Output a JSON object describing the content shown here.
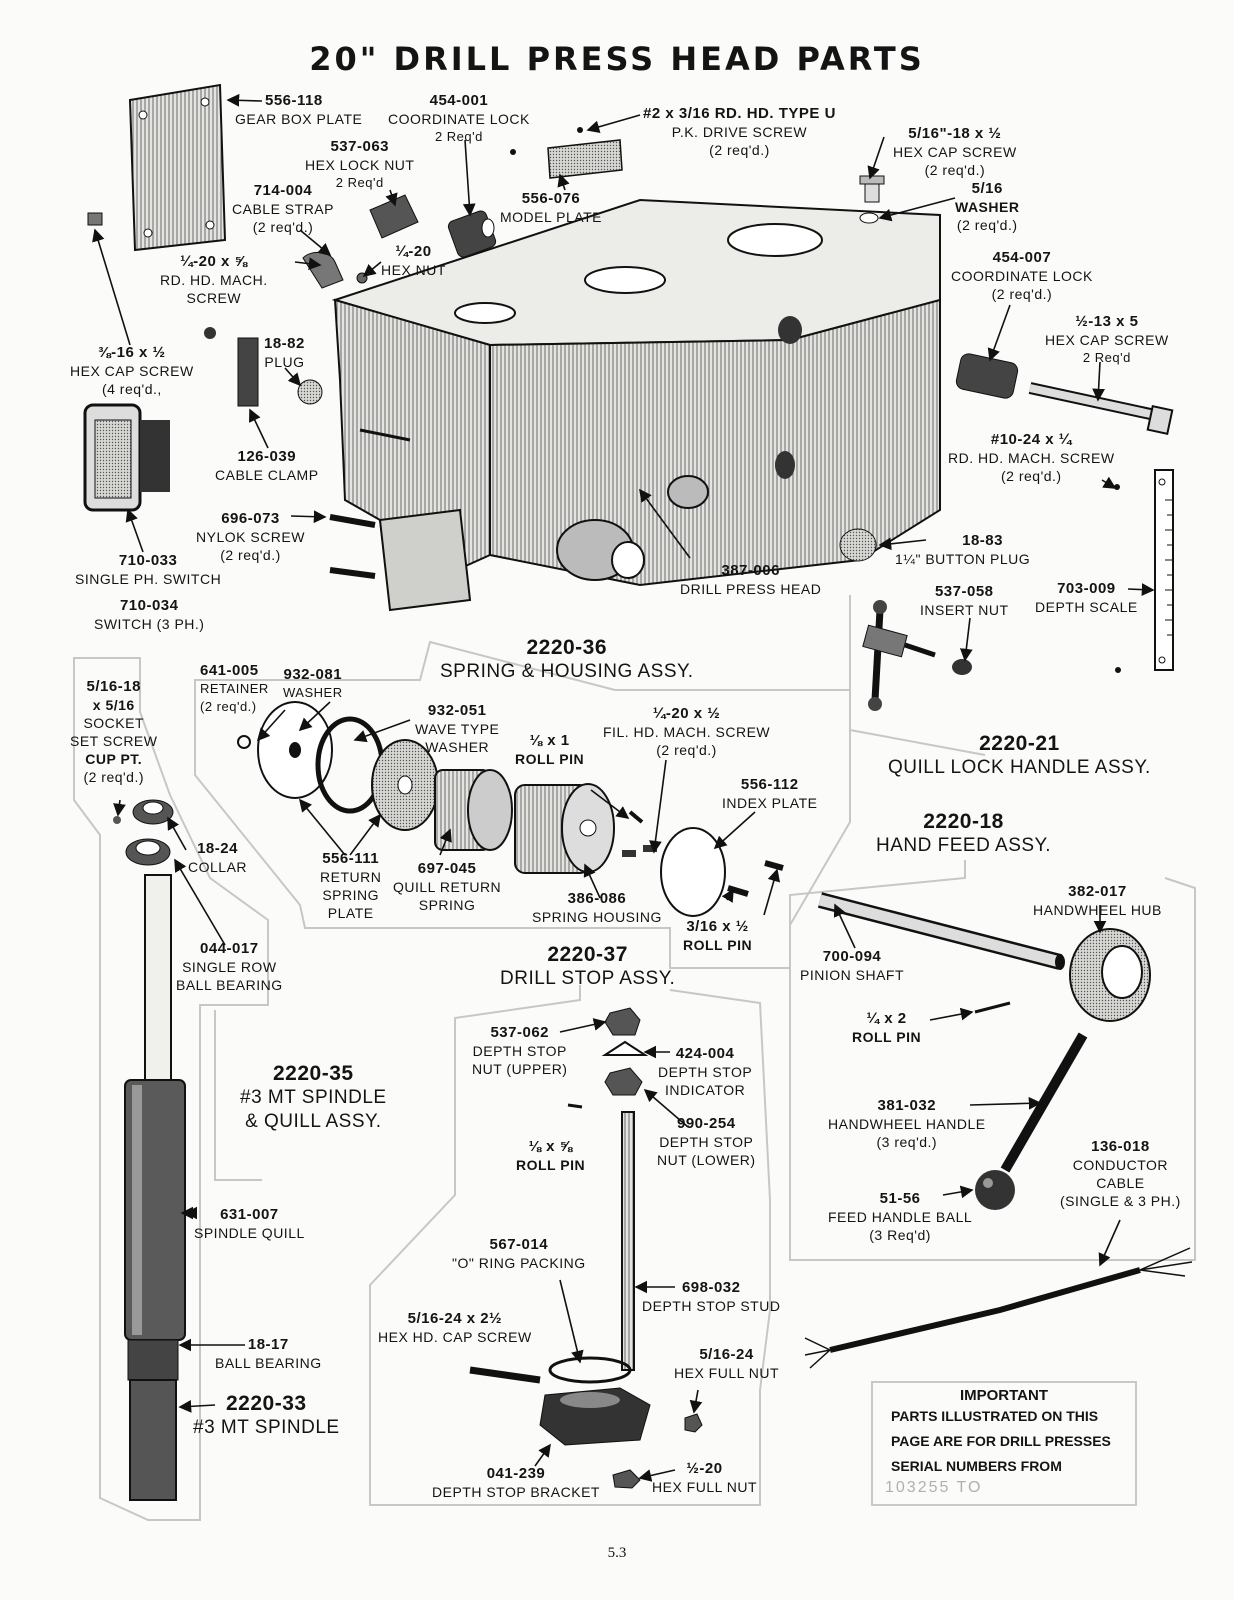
{
  "title": "20\" DRILL PRESS HEAD PARTS",
  "page_number": "5.3",
  "parts": {
    "p556_118": {
      "number": "556-118",
      "lines": [
        "GEAR BOX PLATE"
      ]
    },
    "p454_001": {
      "number": "454-001",
      "lines": [
        "COORDINATE LOCK",
        "2 Req'd"
      ]
    },
    "p_drive_screw": {
      "number": "#2 x 3/16 RD. HD. TYPE U",
      "lines": [
        "P.K. DRIVE SCREW",
        "(2 req'd.)"
      ]
    },
    "p537_063": {
      "number": "537-063",
      "lines": [
        "HEX LOCK NUT",
        "2 Req'd"
      ]
    },
    "p556_076": {
      "number": "556-076",
      "lines": [
        "MODEL PLATE"
      ]
    },
    "p714_004": {
      "number": "714-004",
      "lines": [
        "CABLE STRAP",
        "(2 req'd.)"
      ]
    },
    "p_hex_cap_516": {
      "number": "5/16\"-18 x ½",
      "lines": [
        "HEX CAP SCREW",
        "(2 req'd.)"
      ]
    },
    "p_washer_516": {
      "number": "5/16",
      "lines": [
        "WASHER",
        "(2 req'd.)"
      ]
    },
    "p_rd_hd_14_20": {
      "number": "¼-20 x ⅝",
      "lines": [
        "RD. HD. MACH.",
        "SCREW"
      ]
    },
    "p_hex_nut_14_20": {
      "number": "¼-20",
      "lines": [
        "HEX NUT"
      ]
    },
    "p454_007": {
      "number": "454-007",
      "lines": [
        "COORDINATE LOCK",
        "(2 req'd.)"
      ]
    },
    "p_hex_cap_12_13": {
      "number": "½-13 x 5",
      "lines": [
        "HEX CAP SCREW",
        "2 Req'd"
      ]
    },
    "p_hex_cap_38_16": {
      "number": "⅜-16 x ½",
      "lines": [
        "HEX CAP SCREW",
        "(4 req'd.,"
      ]
    },
    "p18_82": {
      "number": "18-82",
      "lines": [
        "PLUG"
      ]
    },
    "p126_039": {
      "number": "126-039",
      "lines": [
        "CABLE CLAMP"
      ]
    },
    "p_10_24": {
      "number": "#10-24 x ¼",
      "lines": [
        "RD. HD. MACH. SCREW",
        "(2 req'd.)"
      ]
    },
    "p696_073": {
      "number": "696-073",
      "lines": [
        "NYLOK SCREW",
        "(2 req'd.)"
      ]
    },
    "p710_033": {
      "number": "710-033",
      "lines": [
        "SINGLE PH. SWITCH"
      ]
    },
    "p710_034": {
      "number": "710-034",
      "lines": [
        "SWITCH (3 PH.)"
      ]
    },
    "p387_006": {
      "number": "387-006",
      "lines": [
        "DRILL PRESS HEAD"
      ]
    },
    "p18_83": {
      "number": "18-83",
      "lines": [
        "1¼\" BUTTON PLUG"
      ]
    },
    "p537_058": {
      "number": "537-058",
      "lines": [
        "INSERT NUT"
      ]
    },
    "p703_009": {
      "number": "703-009",
      "lines": [
        "DEPTH SCALE"
      ]
    },
    "p641_005": {
      "number": "641-005",
      "lines": [
        "RETAINER",
        "(2 req'd.)"
      ]
    },
    "p932_081": {
      "number": "932-081",
      "lines": [
        "WASHER"
      ]
    },
    "p932_051": {
      "number": "932-051",
      "lines": [
        "WAVE TYPE",
        "WASHER"
      ]
    },
    "p_roll_18x1": {
      "number": "⅛ x 1",
      "lines": [
        "ROLL PIN"
      ]
    },
    "p_fil_hd": {
      "number": "¼-20 x ½",
      "lines": [
        "FIL. HD. MACH. SCREW",
        "(2 req'd.)"
      ]
    },
    "p556_112": {
      "number": "556-112",
      "lines": [
        "INDEX PLATE"
      ]
    },
    "p_set_screw": {
      "number": "5/16-18",
      "lines": [
        "x 5/16",
        "SOCKET",
        "SET SCREW",
        "CUP PT.",
        "(2 req'd.)"
      ]
    },
    "p18_24": {
      "number": "18-24",
      "lines": [
        "COLLAR"
      ]
    },
    "p556_111": {
      "number": "556-111",
      "lines": [
        "RETURN",
        "SPRING",
        "PLATE"
      ]
    },
    "p697_045": {
      "number": "697-045",
      "lines": [
        "QUILL RETURN",
        "SPRING"
      ]
    },
    "p386_086": {
      "number": "386-086",
      "lines": [
        "SPRING HOUSING"
      ]
    },
    "p_roll_316": {
      "number": "3/16 x ½",
      "lines": [
        "ROLL PIN"
      ]
    },
    "p044_017": {
      "number": "044-017",
      "lines": [
        "SINGLE ROW",
        "BALL BEARING"
      ]
    },
    "p537_062": {
      "number": "537-062",
      "lines": [
        "DEPTH STOP",
        "NUT (UPPER)"
      ]
    },
    "p424_004": {
      "number": "424-004",
      "lines": [
        "DEPTH STOP",
        "INDICATOR"
      ]
    },
    "p990_254": {
      "number": "990-254",
      "lines": [
        "DEPTH STOP",
        "NUT (LOWER)"
      ]
    },
    "p_roll_18x58": {
      "number": "⅛ x ⅝",
      "lines": [
        "ROLL PIN"
      ]
    },
    "p382_017": {
      "number": "382-017",
      "lines": [
        "HANDWHEEL HUB"
      ]
    },
    "p700_094": {
      "number": "700-094",
      "lines": [
        "PINION SHAFT"
      ]
    },
    "p_roll_14x2": {
      "number": "¼ x 2",
      "lines": [
        "ROLL PIN"
      ]
    },
    "p381_032": {
      "number": "381-032",
      "lines": [
        "HANDWHEEL HANDLE",
        "(3 req'd.)"
      ]
    },
    "p136_018": {
      "number": "136-018",
      "lines": [
        "CONDUCTOR",
        "CABLE",
        "(SINGLE & 3 PH.)"
      ]
    },
    "p51_56": {
      "number": "51-56",
      "lines": [
        "FEED HANDLE BALL",
        "(3 Req'd)"
      ]
    },
    "p631_007": {
      "number": "631-007",
      "lines": [
        "SPINDLE QUILL"
      ]
    },
    "p567_014": {
      "number": "567-014",
      "lines": [
        "\"O\" RING PACKING"
      ]
    },
    "p698_032": {
      "number": "698-032",
      "lines": [
        "DEPTH STOP STUD"
      ]
    },
    "p_hex_hd_cap": {
      "number": "5/16-24 x 2½",
      "lines": [
        "HEX HD. CAP SCREW"
      ]
    },
    "p_hex_full_516": {
      "number": "5/16-24",
      "lines": [
        "HEX FULL NUT"
      ]
    },
    "p18_17": {
      "number": "18-17",
      "lines": [
        "BALL BEARING"
      ]
    },
    "p041_239": {
      "number": "041-239",
      "lines": [
        "DEPTH STOP BRACKET"
      ]
    },
    "p_hex_full_12": {
      "number": "½-20",
      "lines": [
        "HEX FULL NUT"
      ]
    }
  },
  "assemblies": {
    "a2220_36": {
      "number": "2220-36",
      "name": "SPRING & HOUSING ASSY."
    },
    "a2220_21": {
      "number": "2220-21",
      "name": "QUILL LOCK HANDLE ASSY."
    },
    "a2220_18": {
      "number": "2220-18",
      "name": "HAND FEED ASSY."
    },
    "a2220_37": {
      "number": "2220-37",
      "name": "DRILL STOP ASSY."
    },
    "a2220_35": {
      "number": "2220-35",
      "name_lines": [
        "#3 MT SPINDLE",
        "& QUILL ASSY."
      ]
    },
    "a2220_33": {
      "number": "2220-33",
      "name": "#3 MT SPINDLE"
    }
  },
  "important": {
    "heading": "IMPORTANT",
    "lines": [
      "PARTS ILLUSTRATED ON THIS",
      "PAGE ARE FOR DRILL PRESSES",
      "SERIAL NUMBERS FROM"
    ],
    "serial": "103255 TO"
  }
}
